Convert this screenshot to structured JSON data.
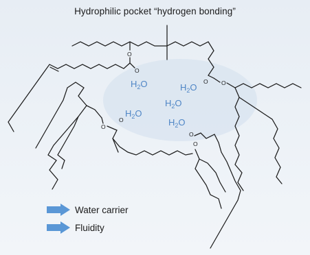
{
  "title": "Hydrophilic pocket “hydrogen bonding”",
  "atoms": {
    "oxygen": "O"
  },
  "water": {
    "symbol": "H",
    "subscript": "2",
    "tail": "O"
  },
  "legend": [
    {
      "label": "Water carrier",
      "arrow_icon": "right-arrow-icon"
    },
    {
      "label": "Fluidity",
      "arrow_icon": "right-arrow-icon"
    }
  ],
  "colors": {
    "water_text": "#4f86c6",
    "arrow": "#5a97d6",
    "pocket": "#dce6f1"
  }
}
